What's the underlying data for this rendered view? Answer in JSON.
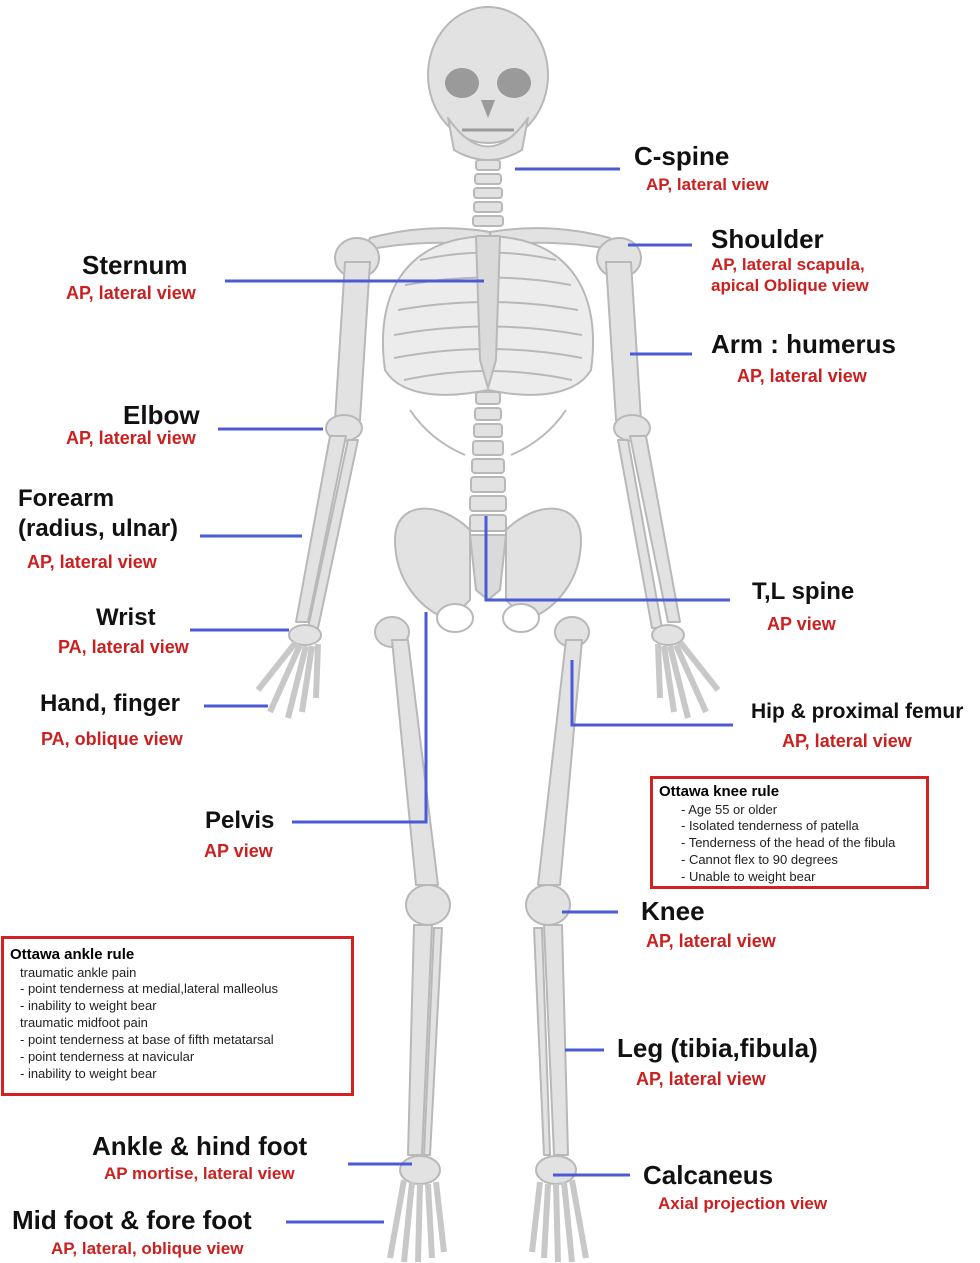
{
  "colors": {
    "bone": "#e2e2e2",
    "bone_edge": "#b8b8b8",
    "leader_line": "#4a5bd6",
    "title": "#111111",
    "subtitle": "#cc1f1f",
    "box_border": "#d32222"
  },
  "labels": {
    "cspine": {
      "title": "C-spine",
      "sub": "AP, lateral view"
    },
    "shoulder": {
      "title": "Shoulder",
      "sub1": "AP, lateral scapula,",
      "sub2": "apical Oblique view"
    },
    "sternum": {
      "title": "Sternum",
      "sub": "AP, lateral view"
    },
    "arm": {
      "title": "Arm : humerus",
      "sub": "AP, lateral view"
    },
    "elbow": {
      "title": "Elbow",
      "sub": "AP, lateral view"
    },
    "forearm": {
      "title1": "Forearm",
      "title2": "(radius, ulnar)",
      "sub": "AP, lateral view"
    },
    "tlspine": {
      "title": "T,L spine",
      "sub": "AP view"
    },
    "wrist": {
      "title": "Wrist",
      "sub": "PA, lateral view"
    },
    "hand": {
      "title": "Hand, finger",
      "sub": "PA, oblique view"
    },
    "hip": {
      "title": "Hip & proximal femur",
      "sub": "AP, lateral view"
    },
    "pelvis": {
      "title": "Pelvis",
      "sub": "AP view"
    },
    "knee": {
      "title": "Knee",
      "sub": "AP, lateral view"
    },
    "leg": {
      "title": "Leg (tibia,fibula)",
      "sub": "AP, lateral view"
    },
    "ankle": {
      "title": "Ankle & hind foot",
      "sub": "AP mortise, lateral view"
    },
    "calcaneus": {
      "title": "Calcaneus",
      "sub": "Axial projection view"
    },
    "midfoot": {
      "title": "Mid foot & fore foot",
      "sub": "AP, lateral, oblique view"
    }
  },
  "knee_rule": {
    "title": "Ottawa knee rule",
    "items": [
      "- Age 55 or older",
      "- Isolated tenderness of patella",
      "- Tenderness of the head of the fibula",
      "- Cannot flex to 90 degrees",
      "- Unable to weight bear"
    ]
  },
  "ankle_rule": {
    "title": "Ottawa ankle rule",
    "items": [
      "traumatic ankle pain",
      "- point tenderness at medial,lateral malleolus",
      "- inability to weight bear",
      "traumatic midfoot pain",
      "- point tenderness at base of fifth metatarsal",
      "- point tenderness at navicular",
      "- inability to weight bear"
    ]
  }
}
